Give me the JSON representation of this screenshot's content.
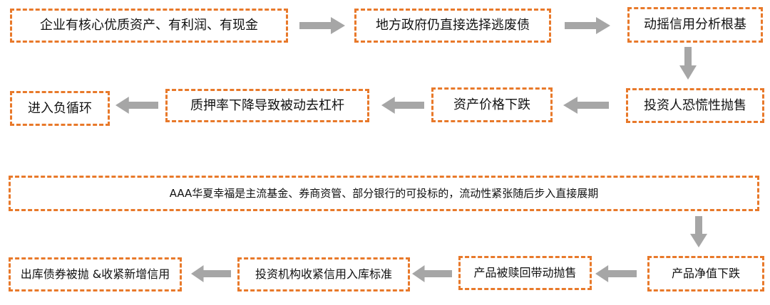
{
  "style": {
    "box_border_color": "#E8792A",
    "arrow_color": "#A6A6A6",
    "text_color": "#111111",
    "connector_icon": "block-arrow-icon"
  },
  "flow_1": {
    "row_1": [
      {
        "label": "企业有核心优质资产、有利润、有现金"
      },
      {
        "label": "地方政府仍直接选择逃废债"
      },
      {
        "label": "动摇信用分析根基"
      }
    ],
    "row_2": [
      {
        "label": "投资人恐慌性抛售"
      },
      {
        "label": "资产价格下跌"
      },
      {
        "label": "质押率下降导致被动去杠杆"
      },
      {
        "label": "进入负循环"
      }
    ]
  },
  "flow_2": {
    "header": {
      "label": "AAA华夏幸福是主流基金、券商资管、部分银行的可投标的，流动性紧张随后步入直接展期"
    },
    "row_2": [
      {
        "label": "产品净值下跌"
      },
      {
        "label": "产品被赎回带动抛售"
      },
      {
        "label": "投资机构收紧信用入库标准"
      },
      {
        "label": "出库债券被抛 &收紧新增信用"
      }
    ]
  }
}
